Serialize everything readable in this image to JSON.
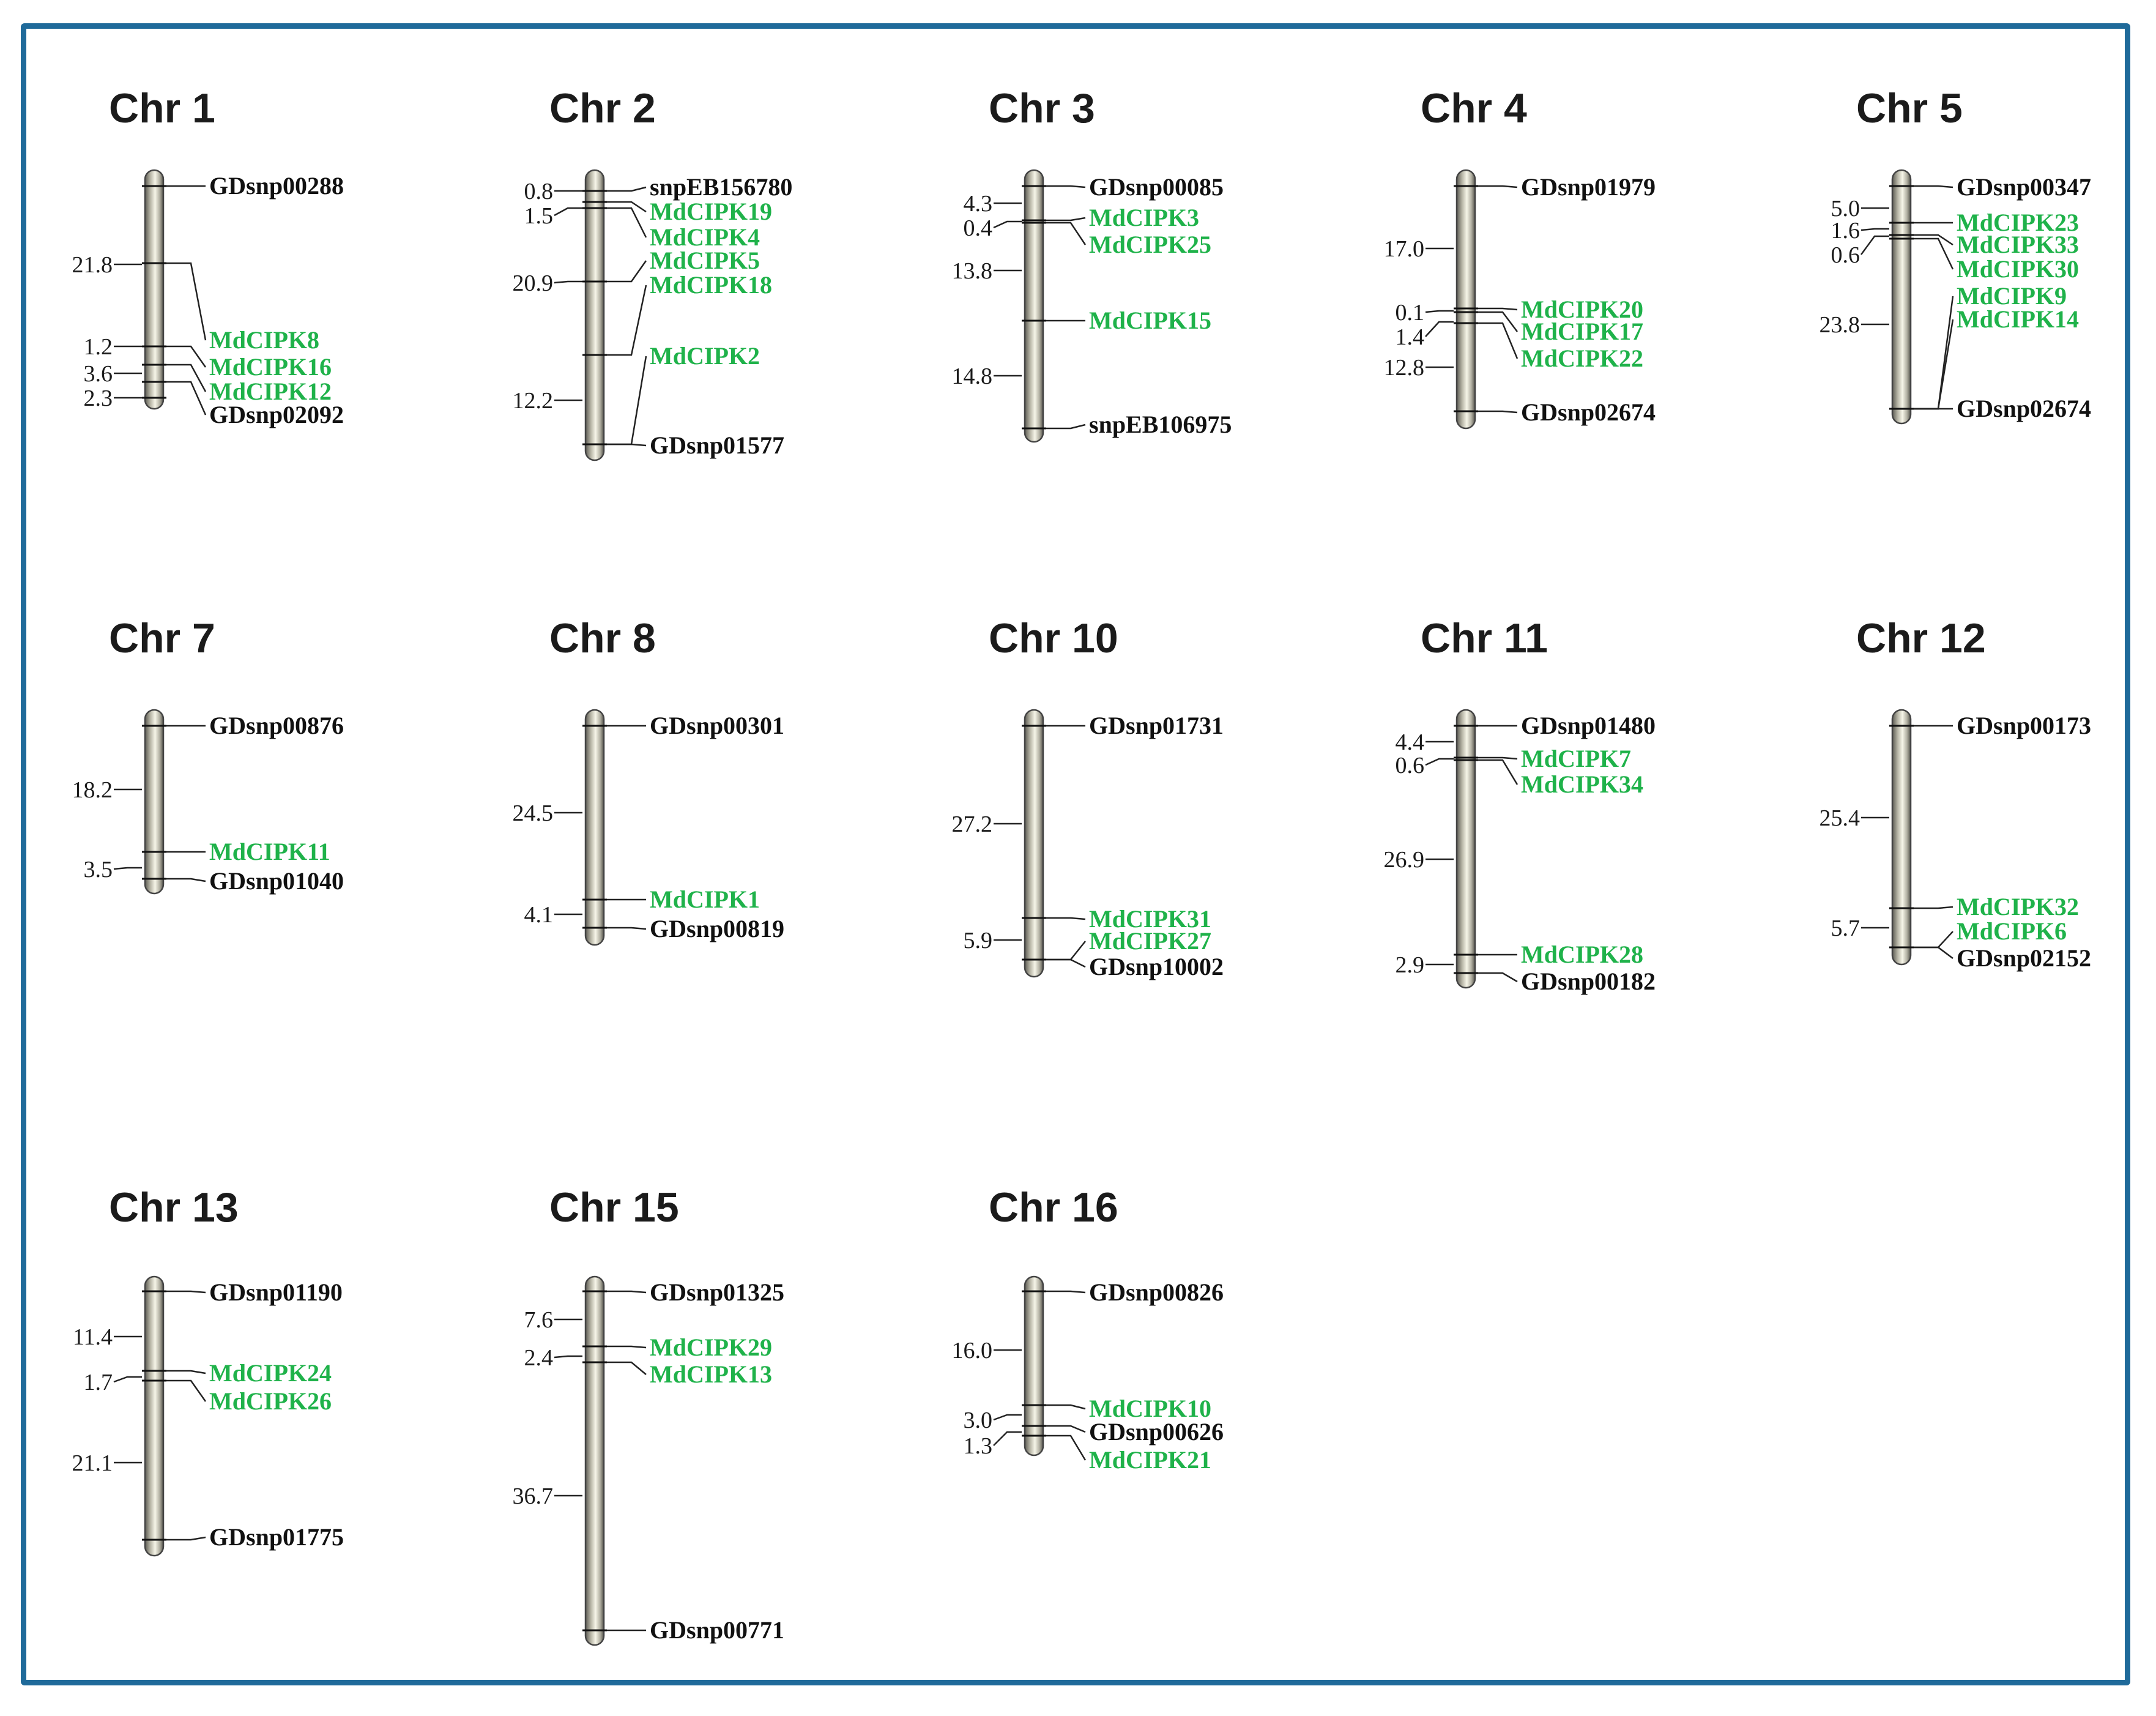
{
  "colors": {
    "frame": "#1f6a9a",
    "gene": "#1fb24a",
    "marker": "#111111"
  },
  "chromosomes": [
    {
      "title": "Chr 1",
      "markers": [
        {
          "label": "GDsnp00288",
          "type": "marker"
        },
        {
          "label": "MdCIPK8",
          "type": "gene"
        },
        {
          "label": "MdCIPK16",
          "type": "gene"
        },
        {
          "label": "MdCIPK12",
          "type": "gene"
        },
        {
          "label": "GDsnp02092",
          "type": "marker"
        }
      ],
      "intervals": [
        "21.8",
        "1.2",
        "3.6",
        "2.3"
      ]
    },
    {
      "title": "Chr 2",
      "markers": [
        {
          "label": "snpEB156780",
          "type": "marker"
        },
        {
          "label": "MdCIPK19",
          "type": "gene"
        },
        {
          "label": "MdCIPK4",
          "type": "gene"
        },
        {
          "label": "MdCIPK5",
          "type": "gene"
        },
        {
          "label": "MdCIPK18",
          "type": "gene"
        },
        {
          "label": "MdCIPK2",
          "type": "gene"
        },
        {
          "label": "GDsnp01577",
          "type": "marker"
        }
      ],
      "intervals": [
        "0.8",
        "1.5",
        "20.9",
        "12.2"
      ]
    },
    {
      "title": "Chr 3",
      "markers": [
        {
          "label": "GDsnp00085",
          "type": "marker"
        },
        {
          "label": "MdCIPK3",
          "type": "gene"
        },
        {
          "label": "MdCIPK25",
          "type": "gene"
        },
        {
          "label": "MdCIPK15",
          "type": "gene"
        },
        {
          "label": "snpEB106975",
          "type": "marker"
        }
      ],
      "intervals": [
        "4.3",
        "0.4",
        "13.8",
        "14.8"
      ]
    },
    {
      "title": "Chr 4",
      "markers": [
        {
          "label": "GDsnp01979",
          "type": "marker"
        },
        {
          "label": "MdCIPK20",
          "type": "gene"
        },
        {
          "label": "MdCIPK17",
          "type": "gene"
        },
        {
          "label": "MdCIPK22",
          "type": "gene"
        },
        {
          "label": "GDsnp02674",
          "type": "marker"
        }
      ],
      "intervals": [
        "17.0",
        "0.1",
        "1.4",
        "12.8"
      ]
    },
    {
      "title": "Chr 5",
      "markers": [
        {
          "label": "GDsnp00347",
          "type": "marker"
        },
        {
          "label": "MdCIPK23",
          "type": "gene"
        },
        {
          "label": "MdCIPK33",
          "type": "gene"
        },
        {
          "label": "MdCIPK30",
          "type": "gene"
        },
        {
          "label": "MdCIPK9",
          "type": "gene"
        },
        {
          "label": "MdCIPK14",
          "type": "gene"
        },
        {
          "label": "GDsnp02674",
          "type": "marker"
        }
      ],
      "intervals": [
        "5.0",
        "1.6",
        "0.6",
        "23.8"
      ]
    },
    {
      "title": "Chr 7",
      "markers": [
        {
          "label": "GDsnp00876",
          "type": "marker"
        },
        {
          "label": "MdCIPK11",
          "type": "gene"
        },
        {
          "label": "GDsnp01040",
          "type": "marker"
        }
      ],
      "intervals": [
        "18.2",
        "3.5"
      ]
    },
    {
      "title": "Chr 8",
      "markers": [
        {
          "label": "GDsnp00301",
          "type": "marker"
        },
        {
          "label": "MdCIPK1",
          "type": "gene"
        },
        {
          "label": "GDsnp00819",
          "type": "marker"
        }
      ],
      "intervals": [
        "24.5",
        "4.1"
      ]
    },
    {
      "title": "Chr 10",
      "markers": [
        {
          "label": "GDsnp01731",
          "type": "marker"
        },
        {
          "label": "MdCIPK31",
          "type": "gene"
        },
        {
          "label": "MdCIPK27",
          "type": "gene"
        },
        {
          "label": "GDsnp10002",
          "type": "marker"
        }
      ],
      "intervals": [
        "27.2",
        "5.9"
      ]
    },
    {
      "title": "Chr 11",
      "markers": [
        {
          "label": "GDsnp01480",
          "type": "marker"
        },
        {
          "label": "MdCIPK7",
          "type": "gene"
        },
        {
          "label": "MdCIPK34",
          "type": "gene"
        },
        {
          "label": "MdCIPK28",
          "type": "gene"
        },
        {
          "label": "GDsnp00182",
          "type": "marker"
        }
      ],
      "intervals": [
        "4.4",
        "0.6",
        "26.9",
        "2.9"
      ]
    },
    {
      "title": "Chr 12",
      "markers": [
        {
          "label": "GDsnp00173",
          "type": "marker"
        },
        {
          "label": "MdCIPK32",
          "type": "gene"
        },
        {
          "label": "MdCIPK6",
          "type": "gene"
        },
        {
          "label": "GDsnp02152",
          "type": "marker"
        }
      ],
      "intervals": [
        "25.4",
        "5.7"
      ]
    },
    {
      "title": "Chr 13",
      "markers": [
        {
          "label": "GDsnp01190",
          "type": "marker"
        },
        {
          "label": "MdCIPK24",
          "type": "gene"
        },
        {
          "label": "MdCIPK26",
          "type": "gene"
        },
        {
          "label": "GDsnp01775",
          "type": "marker"
        }
      ],
      "intervals": [
        "11.4",
        "1.7",
        "21.1"
      ]
    },
    {
      "title": "Chr 15",
      "markers": [
        {
          "label": "GDsnp01325",
          "type": "marker"
        },
        {
          "label": "MdCIPK29",
          "type": "gene"
        },
        {
          "label": "MdCIPK13",
          "type": "gene"
        },
        {
          "label": "GDsnp00771",
          "type": "marker"
        }
      ],
      "intervals": [
        "7.6",
        "2.4",
        "36.7"
      ]
    },
    {
      "title": "Chr 16",
      "markers": [
        {
          "label": "GDsnp00826",
          "type": "marker"
        },
        {
          "label": "MdCIPK10",
          "type": "gene"
        },
        {
          "label": "GDsnp00626",
          "type": "marker"
        },
        {
          "label": "MdCIPK21",
          "type": "gene"
        }
      ],
      "intervals": [
        "16.0",
        "3.0",
        "1.3"
      ]
    }
  ]
}
